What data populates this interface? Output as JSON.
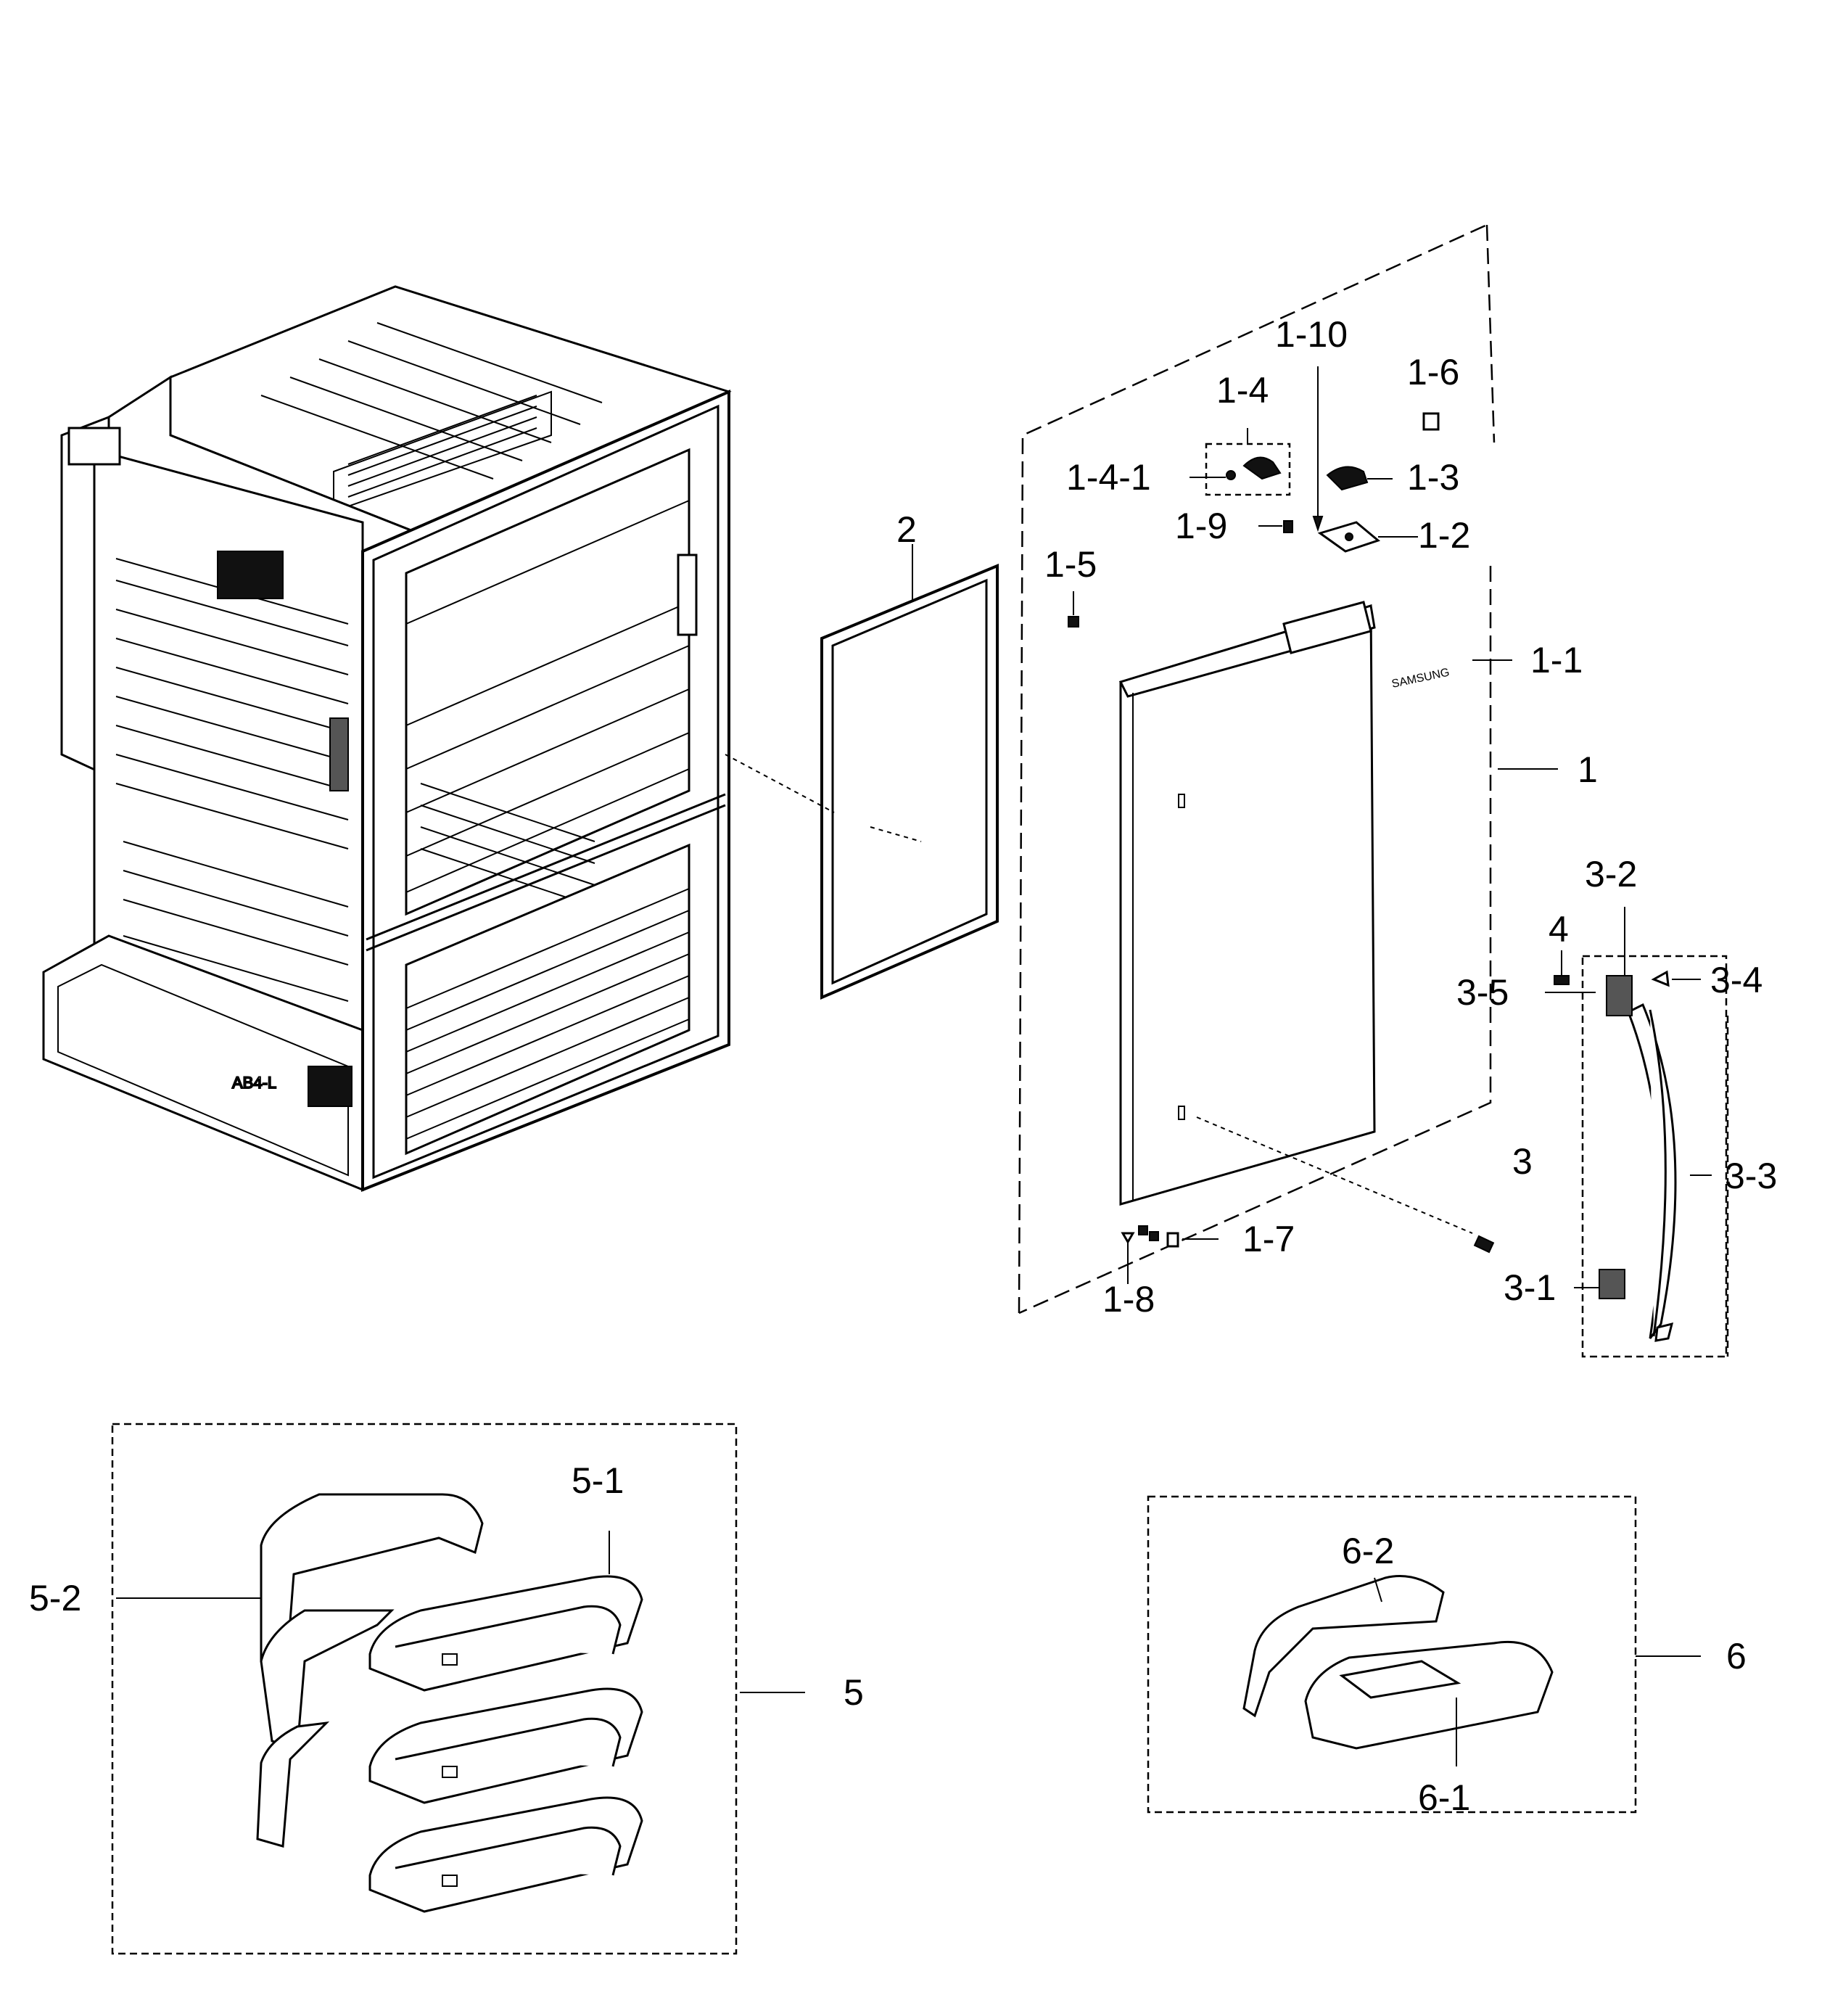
{
  "diagram": {
    "labels": {
      "l_1": "1",
      "l_1_1": "1-1",
      "l_1_2": "1-2",
      "l_1_3": "1-3",
      "l_1_4": "1-4",
      "l_1_4_1": "1-4-1",
      "l_1_5": "1-5",
      "l_1_6": "1-6",
      "l_1_7": "1-7",
      "l_1_8": "1-8",
      "l_1_9": "1-9",
      "l_1_10": "1-10",
      "l_2": "2",
      "l_3": "3",
      "l_3_1": "3-1",
      "l_3_2": "3-2",
      "l_3_3": "3-3",
      "l_3_4": "3-4",
      "l_3_5": "3-5",
      "l_4": "4",
      "l_5": "5",
      "l_5_1": "5-1",
      "l_5_2": "5-2",
      "l_6": "6",
      "l_6_1": "6-1",
      "l_6_2": "6-2"
    },
    "door_brand": "SAMSUNG",
    "cabinet_marking": "AB4-L"
  }
}
